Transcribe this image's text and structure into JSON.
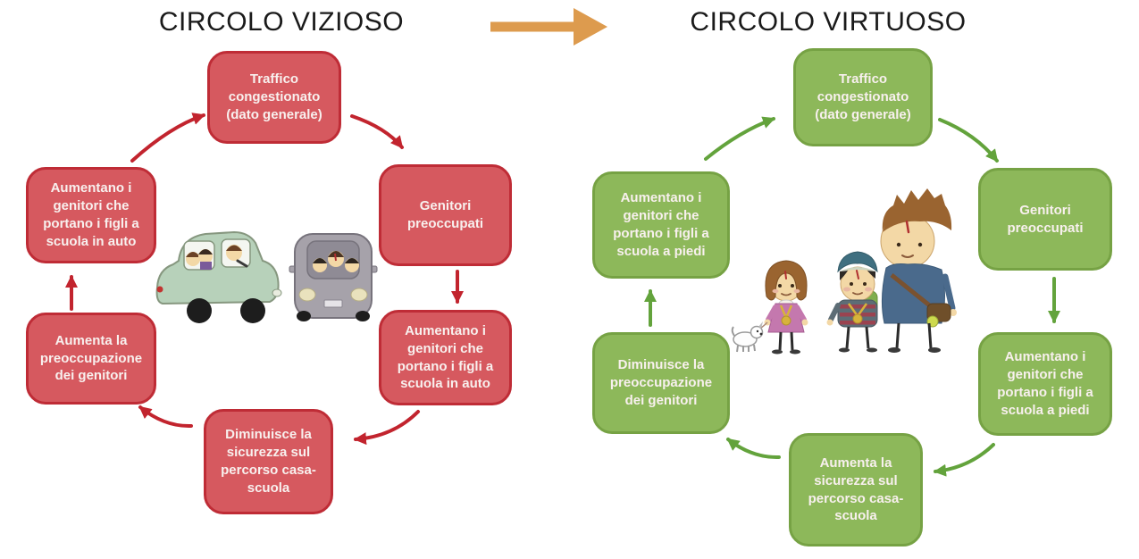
{
  "colors": {
    "red": "#d6595f",
    "red-border": "#bf2c36",
    "red-arrow": "#c2242e",
    "green": "#8db85a",
    "green-border": "#76a244",
    "green-arrow": "#63a33c",
    "orange": "#dd9b4e",
    "title-color": "#1a1a1a",
    "box-text": "#f8f0ee"
  },
  "vicious": {
    "title": "CIRCOLO VIZIOSO",
    "nodes": [
      {
        "text": "Traffico congestionato\n(dato generale)"
      },
      {
        "text": "Genitori preoccupati"
      },
      {
        "text": "Aumentano i genitori che portano i figli a scuola in auto"
      },
      {
        "text": "Diminuisce la sicurezza sul percorso casa-scuola"
      },
      {
        "text": "Aumenta la preoccupazione dei genitori"
      },
      {
        "text": "Aumentano i genitori che portano i figli a scuola in auto"
      }
    ]
  },
  "virtuous": {
    "title": "CIRCOLO VIRTUOSO",
    "nodes": [
      {
        "text": "Traffico congestionato\n(dato generale)"
      },
      {
        "text": "Genitori preoccupati"
      },
      {
        "text": "Aumentano i genitori che portano i figli a scuola a piedi"
      },
      {
        "text": "Aumenta la sicurezza sul percorso casa-scuola"
      },
      {
        "text": "Diminuisce la preoccupazione dei genitori"
      },
      {
        "text": "Aumentano i genitori che portano i figli a scuola a piedi"
      }
    ]
  },
  "illustrations": {
    "left": "cars-full-of-children",
    "right": "parent-and-children-walking-with-dog"
  }
}
